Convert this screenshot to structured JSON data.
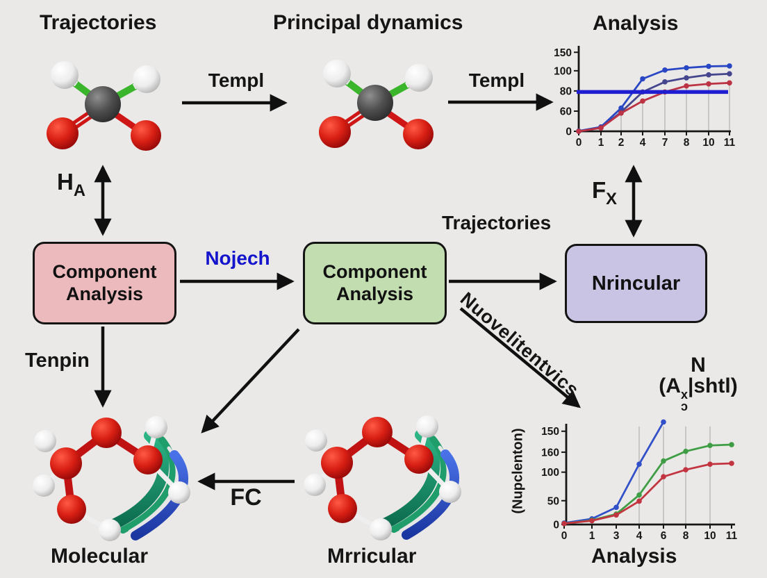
{
  "background": "#eae9e7",
  "titles": {
    "top_left": "Trajectories",
    "top_middle": "Principal dynamics",
    "top_right": "Analysis"
  },
  "flow_labels": {
    "templ_1": "Templ",
    "templ_2": "Templ",
    "ha": {
      "base": "H",
      "sub": "A"
    },
    "fx": {
      "base": "F",
      "sub": "X"
    },
    "nojech": {
      "text": "Nojech",
      "color": "#1414cc"
    },
    "trajectories_mid": "Trajectories",
    "tenpin": "Tenpin",
    "nuovelitentvics": "Nuovelitentvics",
    "fc": "FC"
  },
  "boxes": {
    "pink": {
      "line1": "Component",
      "line2": "Analysis",
      "fill": "#ecb9bd"
    },
    "green": {
      "line1": "Component",
      "line2": "Analysis",
      "fill": "#c2ddb0"
    },
    "purple": {
      "line1": "Nrincular",
      "fill": "#c9c3e4"
    }
  },
  "bottom_labels": {
    "left_molecule": "Molecular",
    "middle_molecule": "Mrricular",
    "right_chart": "Analysis"
  },
  "annotation": {
    "line1": "N",
    "open": "(A",
    "sup": "x",
    "sub": "ɔ",
    "close": "|shtl)"
  },
  "chart_data": [
    {
      "key": "chart1",
      "type": "line",
      "title": "Analysis",
      "x": [
        "0",
        "1",
        "2",
        "4",
        "7",
        "8",
        "10",
        "11"
      ],
      "yticks": [
        {
          "label": "150",
          "value": 150,
          "frac": 0.94
        },
        {
          "label": "100",
          "value": 100,
          "frac": 0.72
        },
        {
          "label": "80",
          "value": 80,
          "frac": 0.48
        },
        {
          "label": "60",
          "value": 60,
          "frac": 0.24
        },
        {
          "label": "0",
          "value": 0,
          "frac": 0.0
        }
      ],
      "series": [
        {
          "name": "blue",
          "color": "#2946c4",
          "values": [
            1,
            13,
            63,
            92,
            102,
            108,
            112,
            113
          ]
        },
        {
          "name": "dark-purple",
          "color": "#46468f",
          "values": [
            0,
            11,
            57,
            79,
            89,
            93,
            96,
            97
          ]
        },
        {
          "name": "red",
          "color": "#bb3344",
          "values": [
            0,
            10,
            54,
            70,
            79,
            85,
            87,
            88
          ]
        }
      ],
      "hline": {
        "value": 79,
        "color": "#1f1fd1"
      },
      "grid": {
        "indices": [
          2,
          3,
          4,
          5,
          6,
          7
        ],
        "mode": "series",
        "series_index": 2
      },
      "legend": false
    },
    {
      "key": "chart2",
      "type": "line",
      "xlabel": "Analysis",
      "ylabel": "(Nupclenton)",
      "x": [
        "0",
        "1",
        "3",
        "4",
        "6",
        "8",
        "10",
        "11"
      ],
      "yticks": [
        {
          "label": "150",
          "value": 150,
          "frac": 0.98
        },
        {
          "label": "160",
          "value": 125,
          "frac": 0.76
        },
        {
          "label": "100",
          "value": 100,
          "frac": 0.55
        },
        {
          "label": "50",
          "value": 50,
          "frac": 0.25
        },
        {
          "label": "0",
          "value": 0,
          "frac": 0.0
        }
      ],
      "series": [
        {
          "name": "blue",
          "color": "#3250c8",
          "values": [
            3,
            12,
            36,
            110,
            161
          ]
        },
        {
          "name": "green",
          "color": "#3f9e45",
          "values": [
            2,
            9,
            22,
            60,
            114,
            126,
            133,
            134
          ]
        },
        {
          "name": "red",
          "color": "#c23440",
          "values": [
            2,
            8,
            20,
            49,
            92,
            103,
            110,
            111
          ]
        }
      ],
      "grid": {
        "indices": [
          3,
          4,
          5,
          6
        ],
        "mode": "frac",
        "top_frac": 1.03
      },
      "legend": false
    }
  ]
}
